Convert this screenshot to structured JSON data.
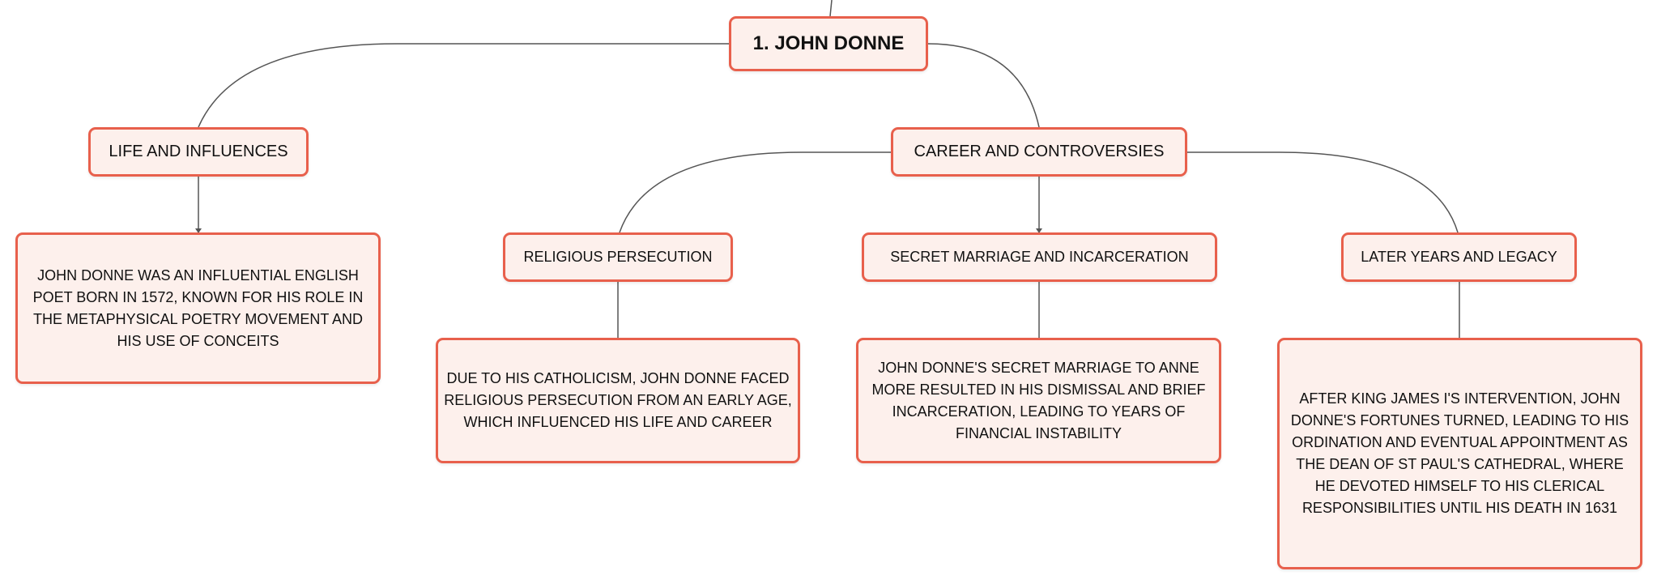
{
  "colors": {
    "node_fill": "#fdf0ec",
    "node_border": "#e8604c",
    "connector": "#555555",
    "text": "#111111"
  },
  "mindmap": {
    "root": {
      "title": "1. JOHN DONNE"
    },
    "life": {
      "title": "LIFE AND INFLUENCES",
      "description": "JOHN DONNE WAS AN INFLUENTIAL ENGLISH POET BORN IN 1572, KNOWN FOR HIS ROLE IN THE METAPHYSICAL POETRY MOVEMENT AND HIS USE OF CONCEITS"
    },
    "career": {
      "title": "CAREER AND CONTROVERSIES",
      "religious": {
        "title": "RELIGIOUS PERSECUTION",
        "description": "DUE TO HIS CATHOLICISM, JOHN DONNE FACED RELIGIOUS PERSECUTION FROM AN EARLY AGE, WHICH INFLUENCED HIS LIFE AND CAREER"
      },
      "marriage": {
        "title": "SECRET MARRIAGE AND INCARCERATION",
        "description": "JOHN DONNE'S SECRET MARRIAGE TO ANNE MORE RESULTED IN HIS DISMISSAL AND BRIEF INCARCERATION, LEADING TO YEARS OF FINANCIAL INSTABILITY"
      },
      "later": {
        "title": "LATER YEARS AND LEGACY",
        "description": "AFTER KING JAMES I'S INTERVENTION, JOHN DONNE'S FORTUNES TURNED, LEADING TO HIS ORDINATION AND EVENTUAL APPOINTMENT AS THE DEAN OF ST PAUL'S CATHEDRAL, WHERE HE DEVOTED HIMSELF TO HIS CLERICAL RESPONSIBILITIES UNTIL HIS DEATH IN 1631"
      }
    }
  }
}
